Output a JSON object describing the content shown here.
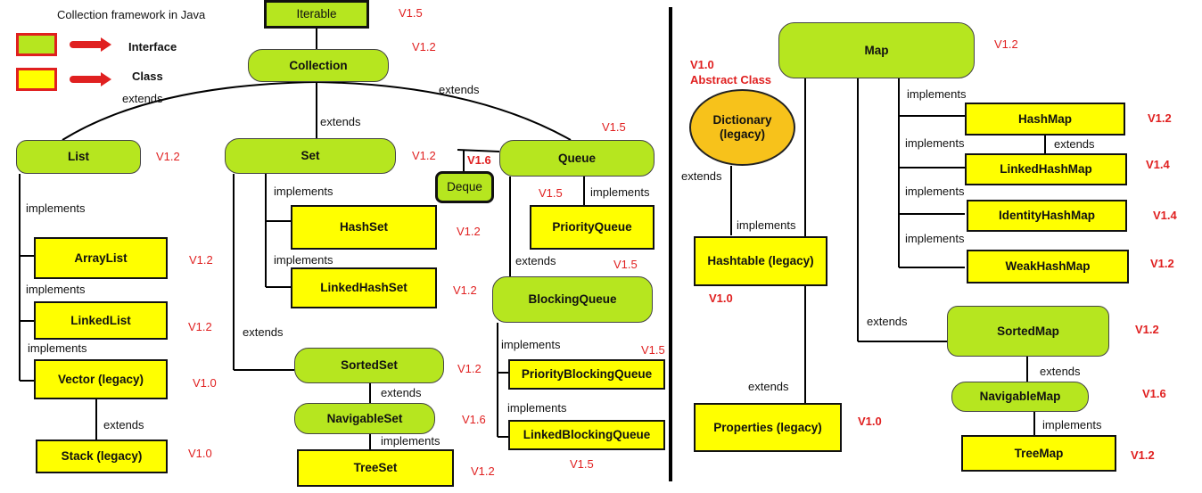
{
  "legend": {
    "title": "Collection framework in Java",
    "interface": "Interface",
    "class": "Class",
    "colors": {
      "interface": "#b6e61f",
      "class": "#ffff00",
      "legacy": "#f7c21b",
      "version": "#e02020"
    }
  },
  "nodes": {
    "iterable": "Iterable",
    "collection": "Collection",
    "list": "List",
    "set": "Set",
    "queue": "Queue",
    "deque": "Deque",
    "arraylist": "ArrayList",
    "linkedlist": "LinkedList",
    "vector": "Vector (legacy)",
    "stack": "Stack (legacy)",
    "hashset": "HashSet",
    "linkedhashset": "LinkedHashSet",
    "sortedset": "SortedSet",
    "navigableset": "NavigableSet",
    "treeset": "TreeSet",
    "priorityqueue": "PriorityQueue",
    "blockingqueue": "BlockingQueue",
    "priorityblockingqueue": "PriorityBlockingQueue",
    "linkedblockingqueue": "LinkedBlockingQueue",
    "map": "Map",
    "dictionary": "Dictionary\n(legacy)",
    "hashtable": "Hashtable (legacy)",
    "properties": "Properties (legacy)",
    "hashmap": "HashMap",
    "linkedhashmap": "LinkedHashMap",
    "identityhashmap": "IdentityHashMap",
    "weakhashmap": "WeakHashMap",
    "sortedmap": "SortedMap",
    "navigablemap": "NavigableMap",
    "treemap": "TreeMap"
  },
  "versions": {
    "iterable": "V1.5",
    "collection": "V1.2",
    "list": "V1.2",
    "set": "V1.2",
    "queue": "V1.5",
    "deque": "V1.6",
    "arraylist": "V1.2",
    "linkedlist": "V1.2",
    "vector": "V1.0",
    "stack": "V1.0",
    "hashset": "V1.2",
    "linkedhashset": "V1.2",
    "sortedset": "V1.2",
    "navigableset": "V1.6",
    "treeset": "V1.2",
    "priorityqueue": "V1.5",
    "blockingqueue": "V1.5",
    "priorityblockingqueue": "V1.5",
    "linkedblockingqueue": "V1.5",
    "map": "V1.2",
    "dictionary": "V1.0",
    "hashtable": "V1.0",
    "properties": "V1.0",
    "hashmap": "V1.2",
    "linkedhashmap": "V1.4",
    "identityhashmap": "V1.4",
    "weakhashmap": "V1.2",
    "sortedmap": "V1.2",
    "navigablemap": "V1.6",
    "treemap": "V1.2"
  },
  "abstract_class_label": "Abstract Class",
  "edge_labels": {
    "extends": "extends",
    "implements": "implements"
  }
}
